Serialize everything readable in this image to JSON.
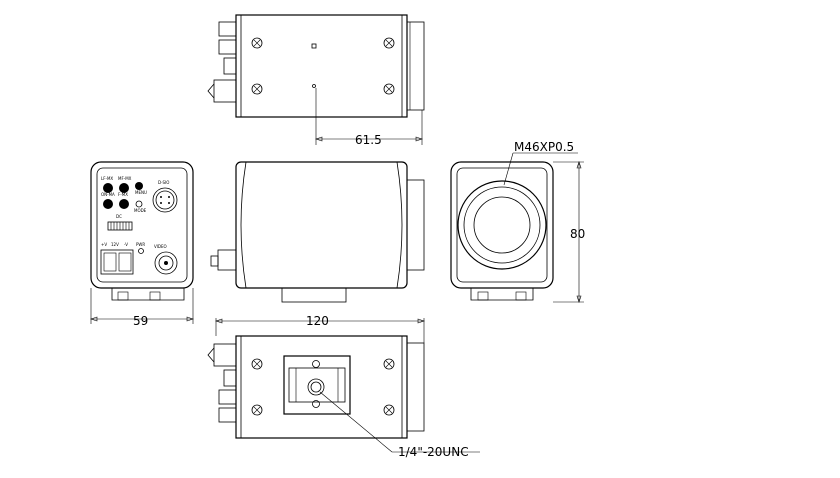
{
  "dimensions": {
    "depth_top": "61.5",
    "length_bottom": "120",
    "width_rear": "59",
    "height_front": "80"
  },
  "callouts": {
    "lens_mount": "M46XP0.5",
    "tripod_thread": "1/4\"-20UNC"
  },
  "rear_panel": {
    "labels": [
      "LF-MX",
      "MF-MX",
      "MENU",
      "ON-MA",
      "F-MX",
      "MODE",
      "D-SIO",
      "DC",
      "VIDEO",
      "+V",
      "12V",
      "-V",
      "PWR"
    ]
  }
}
